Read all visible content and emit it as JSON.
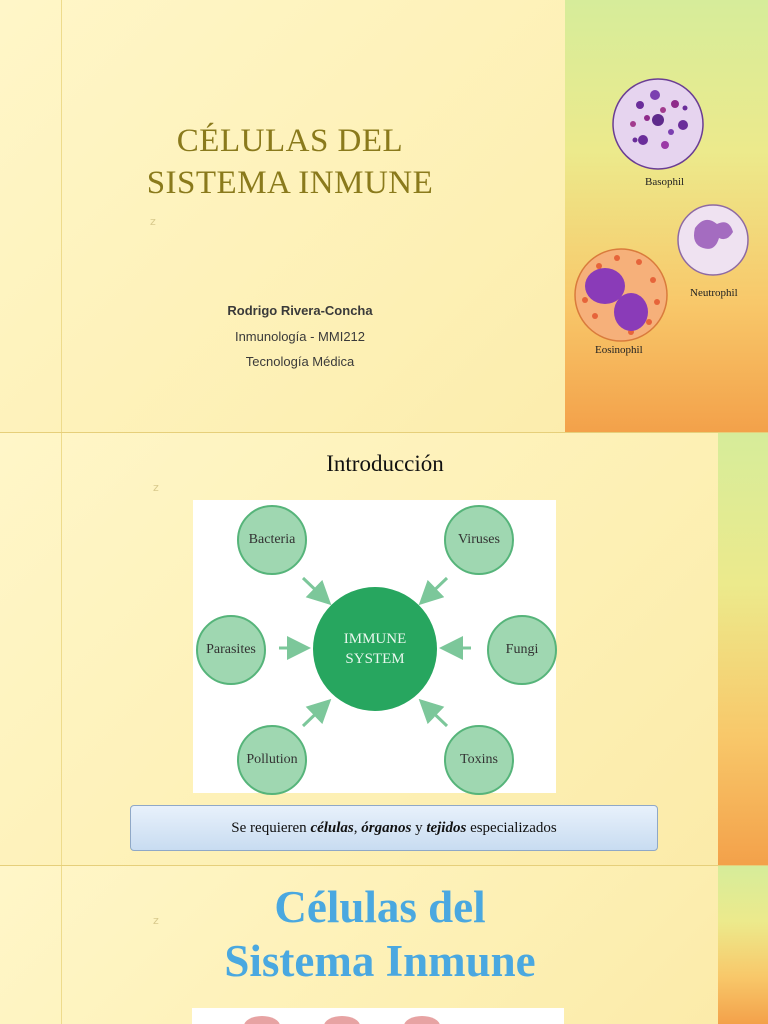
{
  "slide1": {
    "title_line1": "CÉLULAS DEL",
    "title_line2": "SISTEMA INMUNE",
    "marker": "z",
    "author": "Rodrigo Rivera-Concha",
    "course": "Inmunología - MMI212",
    "career": "Tecnología Médica",
    "cells": {
      "basophil": "Basophil",
      "neutrophil": "Neutrophil",
      "eosinophil": "Eosinophil"
    }
  },
  "slide2": {
    "title": "Introducción",
    "marker": "z",
    "diagram": {
      "center_line1": "IMMUNE",
      "center_line2": "SYSTEM",
      "nodes": {
        "bacteria": "Bacteria",
        "viruses": "Viruses",
        "parasites": "Parasites",
        "fungi": "Fungi",
        "pollution": "Pollution",
        "toxins": "Toxins"
      }
    },
    "note": {
      "pre": "Se requieren ",
      "w1": "células",
      "sep1": ", ",
      "w2": "órganos",
      "sep2": " y ",
      "w3": "tejidos",
      "post": " especializados"
    }
  },
  "slide3": {
    "title_line1": "Células del",
    "title_line2": "Sistema Inmune",
    "marker": "z"
  },
  "colors": {
    "title_gold": "#8a7a1c",
    "title_blue": "#4aa8e0",
    "node_fill": "#9fd7b1",
    "center_fill": "#27a65f"
  }
}
